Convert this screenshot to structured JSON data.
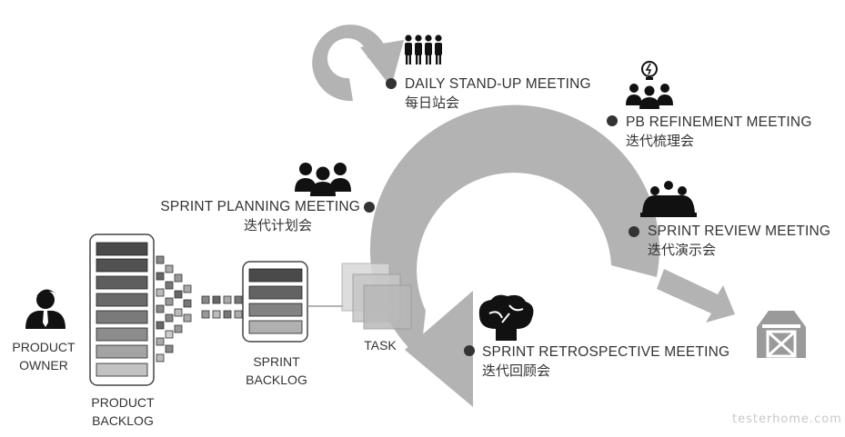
{
  "meetings": {
    "daily": {
      "en": "DAILY STAND-UP MEETING",
      "zh": "每日站会"
    },
    "refinement": {
      "en": "PB REFINEMENT MEETING",
      "zh": "迭代梳理会"
    },
    "planning": {
      "en": "SPRINT PLANNING MEETING",
      "zh": "迭代计划会"
    },
    "review": {
      "en": "SPRINT REVIEW MEETING",
      "zh": "迭代演示会"
    },
    "retro": {
      "en": "SPRINT RETROSPECTIVE MEETING",
      "zh": "迭代回顾会"
    }
  },
  "artifacts": {
    "owner_line1": "PRODUCT",
    "owner_line2": "OWNER",
    "pb_line1": "PRODUCT",
    "pb_line2": "BACKLOG",
    "sb_line1": "SPRINT",
    "sb_line2": "BACKLOG",
    "task": "TASK"
  },
  "watermark": "testerhome.com",
  "colors": {
    "arrow": "#b3b3b3",
    "icon": "#111111",
    "text": "#333333"
  },
  "icons": [
    "group-of-four-people-icon",
    "lightbulb-team-icon",
    "team-three-people-icon",
    "audience-meeting-icon",
    "brain-icon",
    "person-with-tie-icon",
    "barn-icon"
  ]
}
